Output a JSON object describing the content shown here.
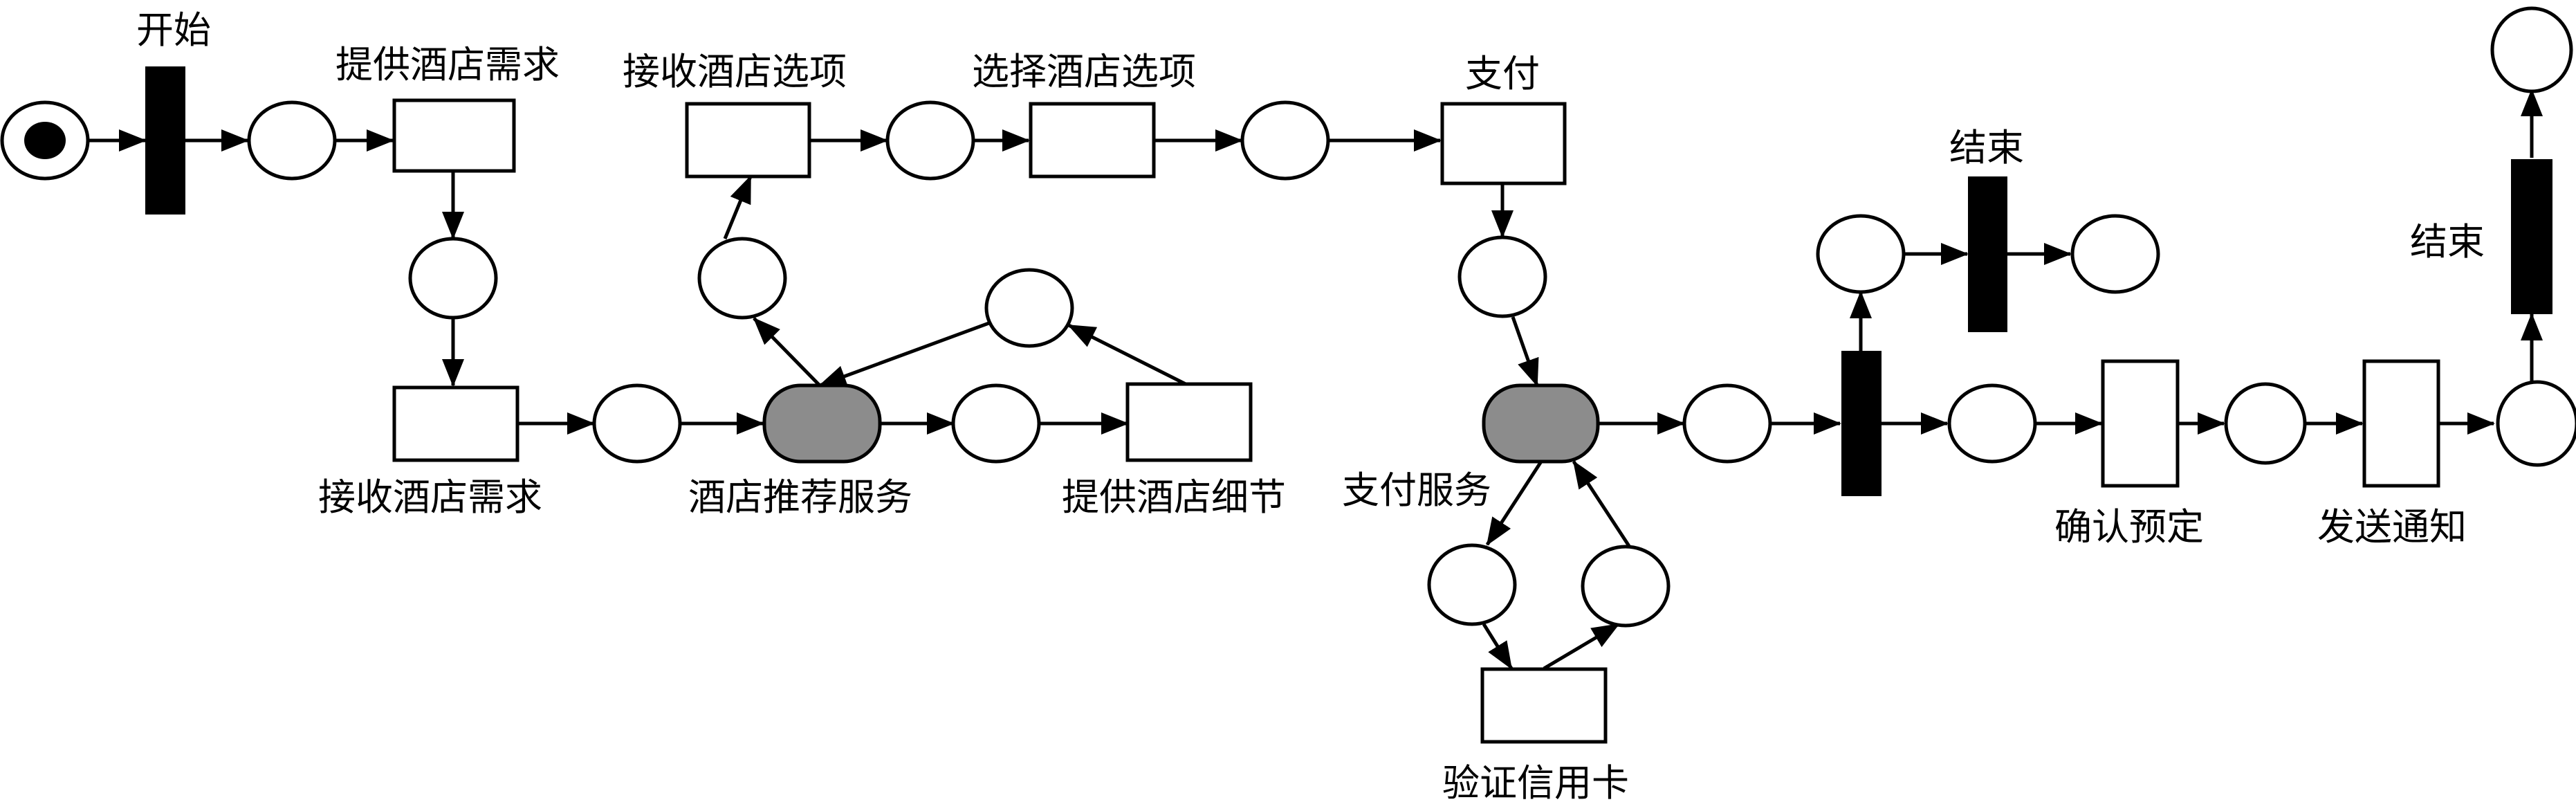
{
  "labels": {
    "start": "开始",
    "provide_demand": "提供酒店需求",
    "receive_demand": "接收酒店需求",
    "receive_options": "接收酒店选项",
    "select_options": "选择酒店选项",
    "recommend_service": "酒店推荐服务",
    "provide_details": "提供酒店细节",
    "pay": "支付",
    "pay_service": "支付服务",
    "verify_card": "验证信用卡",
    "end_upper": "结束",
    "end_right": "结束",
    "confirm_booking": "确认预定",
    "send_notice": "发送通知"
  },
  "colors": {
    "stroke": "#000000",
    "service_fill": "#8c8c8c",
    "background": "#ffffff"
  }
}
